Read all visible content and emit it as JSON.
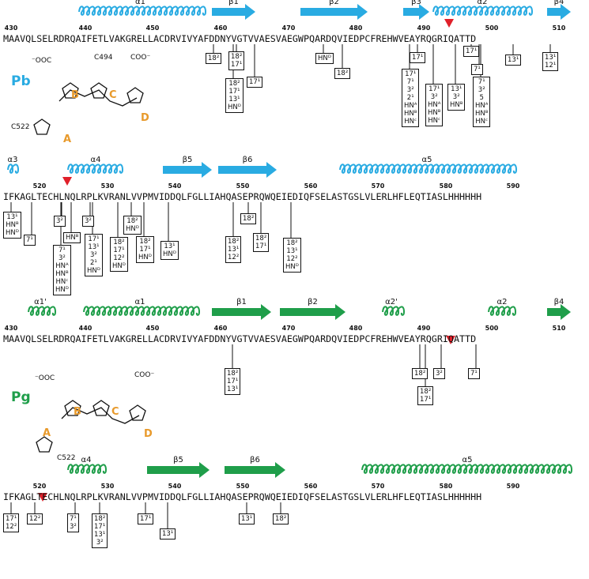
{
  "panels": [
    {
      "id": "Pb",
      "label": "Pb",
      "color": "#29abe2",
      "ligand_labels": {
        "cys_top": "C494",
        "cys_side": "C522",
        "acid_left": "⁻OOC",
        "acid_right": "COO⁻"
      },
      "rows": [
        {
          "sequence": "MAAVQLSELRDRQAIFETLVAKGRELLACDRVIVYAFDDNYVGTVVAESVAEGWPQARDQVIEDPCFREHWVEAYRQGRIQATTD",
          "numbers": [
            "430",
            "440",
            "450",
            "460",
            "470",
            "480",
            "490",
            "500",
            "510"
          ],
          "ss": [
            {
              "type": "helix",
              "label": "α1"
            },
            {
              "type": "strand",
              "label": "β1"
            },
            {
              "type": "strand",
              "label": "β2"
            },
            {
              "type": "strand",
              "label": "β3"
            },
            {
              "type": "helix",
              "label": "α2"
            },
            {
              "type": "strand",
              "label": "β4"
            }
          ],
          "boxes": [
            [
              "18²"
            ],
            [
              "18²",
              "17¹"
            ],
            [
              "17¹"
            ],
            [
              "18²",
              "17¹",
              "13¹",
              "HNᴰ"
            ],
            [
              "HNᴰ"
            ],
            [
              "18²"
            ],
            [
              "17¹"
            ],
            [
              "17¹",
              "7¹",
              "3²",
              "2¹",
              "HNᴬ",
              "HNᴮ",
              "HNᶜ"
            ],
            [
              "17¹",
              "3²",
              "HNᴬ",
              "HNᴮ",
              "HNᶜ"
            ],
            [
              "13¹",
              "3²",
              "HNᴮ"
            ],
            [
              "17¹"
            ],
            [
              "7¹"
            ],
            [
              "7¹",
              "3²",
              "5",
              "HNᴬ",
              "HNᴮ",
              "HNᶜ"
            ],
            [
              "13¹"
            ],
            [
              "13¹",
              "12¹"
            ]
          ]
        },
        {
          "sequence": "IFKAGLTECHLNQLRPLKVRANLVVPMVIDDQLFGLLIAHQASEPRQWQEIEDIQFSELASTGSLVLERLHFLEQTIASLHHHHHH",
          "numbers": [
            "520",
            "530",
            "540",
            "550",
            "560",
            "570",
            "580",
            "590"
          ],
          "ss": [
            {
              "type": "helix",
              "label": "α3"
            },
            {
              "type": "helix",
              "label": "α4"
            },
            {
              "type": "strand",
              "label": "β5"
            },
            {
              "type": "strand",
              "label": "β6"
            },
            {
              "type": "helix",
              "label": "α5"
            }
          ],
          "boxes": [
            [
              "13¹",
              "HNᴮ",
              "HNᴰ"
            ],
            [
              "7¹"
            ],
            [
              "3²"
            ],
            [
              "HNᴮ"
            ],
            [
              "7¹",
              "3²",
              "HNᴬ",
              "HNᴮ",
              "HNᶜ",
              "HNᴰ"
            ],
            [
              "3²"
            ],
            [
              "17¹",
              "13¹",
              "3²",
              "2¹",
              "HNᴰ"
            ],
            [
              "18²",
              "17¹",
              "12²",
              "HNᴰ"
            ],
            [
              "18²",
              "HNᴰ"
            ],
            [
              "18²",
              "17¹",
              "HNᴰ"
            ],
            [
              "13¹",
              "HNᴰ"
            ],
            [
              "18²"
            ],
            [
              "18²",
              "13¹",
              "12²"
            ],
            [
              "18²",
              "17¹"
            ],
            [
              "18²",
              "13¹",
              "12²",
              "HNᴰ"
            ]
          ]
        }
      ]
    },
    {
      "id": "Pg",
      "label": "Pg",
      "color": "#1f9e4a",
      "ligand_labels": {
        "cys_side": "C522",
        "acid_left": "⁻OOC",
        "acid_right": "COO⁻"
      },
      "rows": [
        {
          "sequence": "MAAVQLSELRDRQAIFETLVAKGRELLACDRVIVYAFDDNYVGTVVAESVAEGWPQARDQVIEDPCFREHWVEAYRQGRIQATTD",
          "numbers": [
            "430",
            "440",
            "450",
            "460",
            "470",
            "480",
            "490",
            "500",
            "510"
          ],
          "ss": [
            {
              "type": "helix",
              "label": "α1'"
            },
            {
              "type": "helix",
              "label": "α1"
            },
            {
              "type": "strand",
              "label": "β1"
            },
            {
              "type": "strand",
              "label": "β2"
            },
            {
              "type": "helix",
              "label": "α2'"
            },
            {
              "type": "helix",
              "label": "α2"
            },
            {
              "type": "strand",
              "label": "β4"
            }
          ],
          "boxes": [
            [
              "18²",
              "17¹",
              "13¹"
            ],
            [
              "18²"
            ],
            [
              "18²",
              "17¹"
            ],
            [
              "3²"
            ],
            [
              "7¹"
            ]
          ]
        },
        {
          "sequence": "IFKAGLTECHLNQLRPLKVRANLVVPMVIDDQLFGLLIAHQASEPRQWQEIEDIQFSELASTGSLVLERLHFLEQTIASLHHHHHH",
          "numbers": [
            "520",
            "530",
            "540",
            "550",
            "560",
            "570",
            "580",
            "590"
          ],
          "ss": [
            {
              "type": "helix",
              "label": "α4"
            },
            {
              "type": "strand",
              "label": "β5"
            },
            {
              "type": "strand",
              "label": "β6"
            },
            {
              "type": "helix",
              "label": "α5"
            }
          ],
          "boxes": [
            [
              "17¹",
              "12²"
            ],
            [
              "12²"
            ],
            [
              "7¹",
              "3²"
            ],
            [
              "18²",
              "17¹",
              "13¹",
              "3²"
            ],
            [
              "17¹"
            ],
            [
              "13¹"
            ],
            [
              "13¹"
            ],
            [
              "18²"
            ]
          ]
        }
      ]
    }
  ],
  "ring_letters": [
    "A",
    "B",
    "C",
    "D"
  ]
}
